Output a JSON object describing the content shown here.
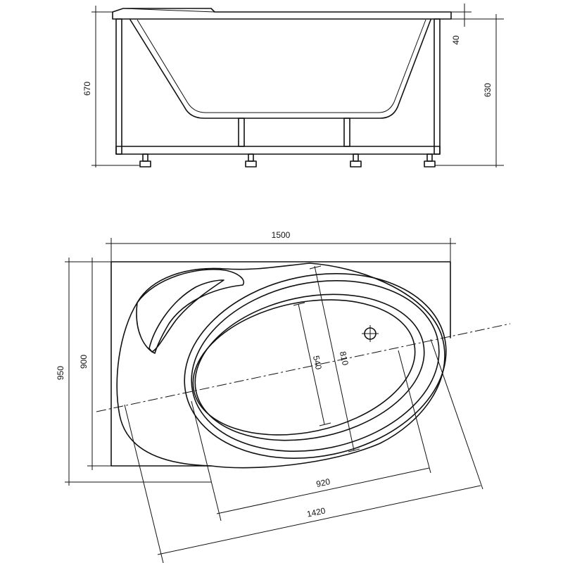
{
  "side_view": {
    "height_total": "670",
    "height_feet": "630",
    "rim_thickness": "40"
  },
  "top_view": {
    "length": "1500",
    "width_total": "950",
    "width_rim": "900",
    "bowl_width": "810",
    "bowl_inner_width": "540",
    "bowl_inner_length": "920",
    "bowl_length": "1420"
  },
  "colors": {
    "line": "#111111",
    "background": "#ffffff"
  }
}
